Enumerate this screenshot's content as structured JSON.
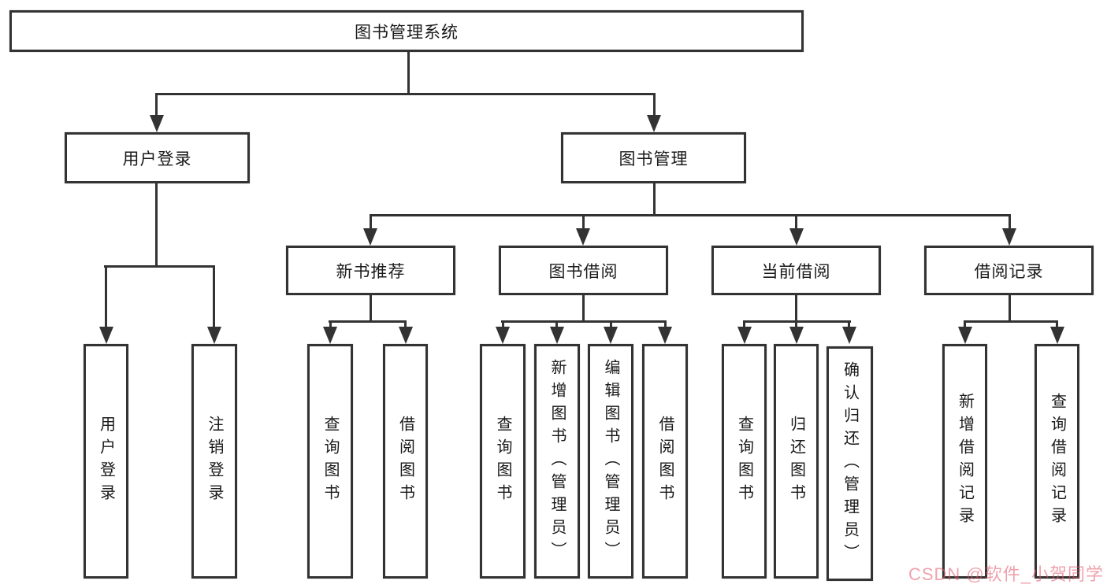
{
  "root": {
    "label": "图书管理系统"
  },
  "level1": [
    {
      "label": "用户登录"
    },
    {
      "label": "图书管理"
    }
  ],
  "level2": [
    {
      "label": "新书推荐"
    },
    {
      "label": "图书借阅"
    },
    {
      "label": "当前借阅"
    },
    {
      "label": "借阅记录"
    }
  ],
  "leaves": [
    {
      "label": "用户登录"
    },
    {
      "label": "注销登录"
    },
    {
      "label": "查询图书"
    },
    {
      "label": "借阅图书"
    },
    {
      "label": "查询图书"
    },
    {
      "label": "新增图书（管理员）"
    },
    {
      "label": "编辑图书（管理员）"
    },
    {
      "label": "借阅图书"
    },
    {
      "label": "查询图书"
    },
    {
      "label": "归还图书"
    },
    {
      "label": "确认归还（管理员）"
    },
    {
      "label": "新增借阅记录"
    },
    {
      "label": "查询借阅记录"
    }
  ],
  "watermark": "CSDN @软件_小贺同学",
  "colors": {
    "line": "#333333",
    "text": "#1a1a1a",
    "background": "#ffffff",
    "watermark_pink": "#e2566a"
  }
}
